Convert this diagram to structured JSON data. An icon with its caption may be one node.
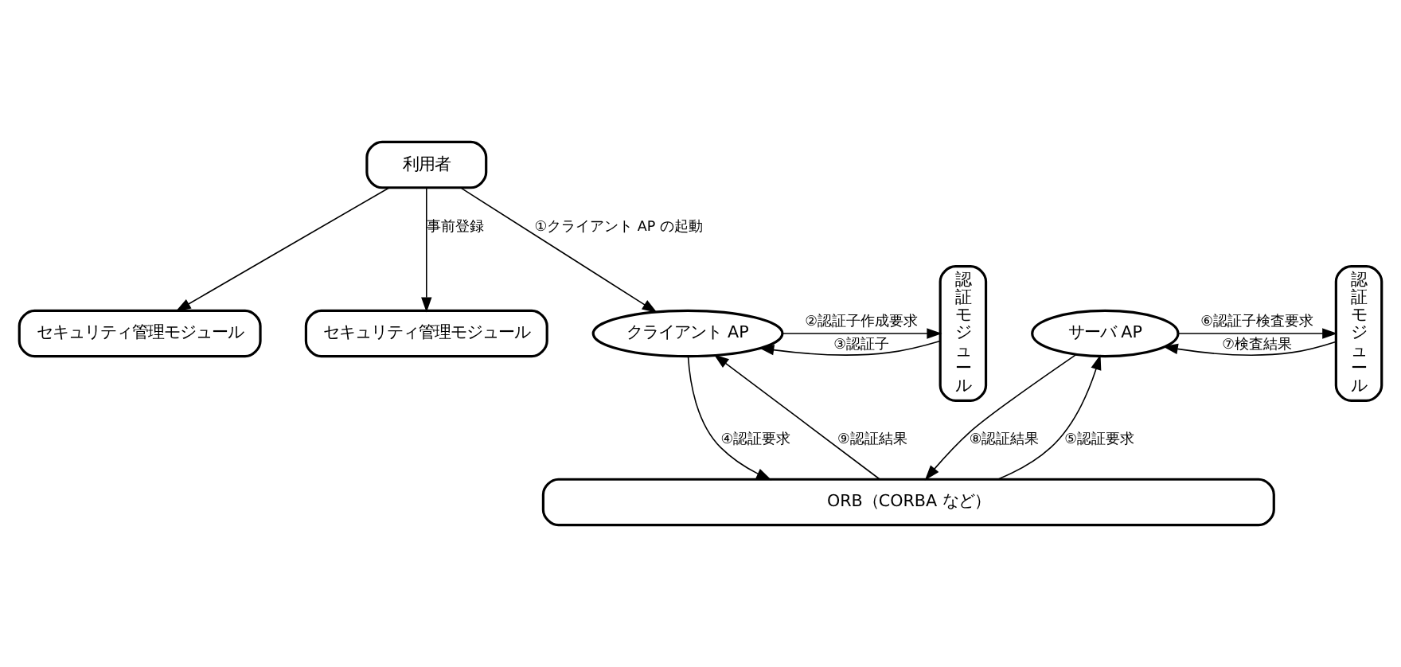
{
  "diagram": {
    "nodes": [
      {
        "text": [
          "利用者"
        ]
      },
      {
        "text": [
          "セキュリティ管理モジュール"
        ]
      },
      {
        "text": [
          "セキュリティ管理モジュール"
        ]
      },
      {
        "text": [
          "認証モジュール"
        ]
      },
      {
        "text": [
          "認証モジュール"
        ]
      },
      {
        "text": [
          "クライアント AP"
        ]
      },
      {
        "text": [
          "サーバ AP"
        ]
      },
      {
        "text": [
          "ORB（CORBA など）"
        ]
      }
    ],
    "edges": [
      {
        "from": 0,
        "to": 5,
        "arrow": "to",
        "label": "①クライアント AP の起動"
      },
      {
        "from": 0,
        "to": 1,
        "arrow": "to"
      },
      {
        "from": 0,
        "to": 2,
        "arrow": "to",
        "label": "事前登録"
      },
      {
        "from": 5,
        "to": 3,
        "arrow": "to",
        "label": "②認証子作成要求"
      },
      {
        "from": 3,
        "to": 5,
        "arrow": "to",
        "label": "③認証子"
      },
      {
        "from": 5,
        "to": 7,
        "arrow": "to",
        "label": "④認証要求"
      },
      {
        "from": 7,
        "to": 6,
        "arrow": "to",
        "label": "⑤認証要求"
      },
      {
        "from": 6,
        "to": 4,
        "arrow": "to",
        "label": "⑥認証子検査要求"
      },
      {
        "from": 4,
        "to": 6,
        "arrow": "to",
        "label": "⑦検査結果"
      },
      {
        "from": 6,
        "to": 7,
        "arrow": "to",
        "label": "⑧認証結果"
      },
      {
        "from": 7,
        "to": 5,
        "arrow": "to",
        "label": "⑨認証結果"
      }
    ]
  }
}
